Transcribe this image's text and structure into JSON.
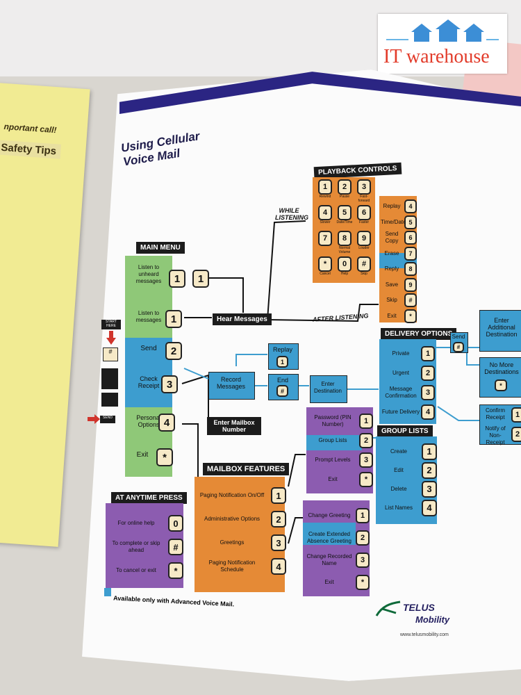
{
  "banner": {
    "brand": "IT warehouse"
  },
  "header": {
    "title": "Using Cellular Voice Mail"
  },
  "flow": {
    "while_listening": "WHILE LISTENING",
    "after_listening": "AFTER LISTENING",
    "hear_messages": "Hear Messages",
    "record_messages": "Record Messages",
    "enter_destination": "Enter Destination",
    "enter_mailbox": "Enter Mailbox Number",
    "replay": "Replay",
    "replay_key": "1",
    "end": "End",
    "end_key": "#"
  },
  "main_menu": {
    "title": "MAIN MENU",
    "items": [
      {
        "label": "Listen to unheard messages",
        "keys": [
          "1",
          "1"
        ]
      },
      {
        "label": "Listen to messages",
        "keys": [
          "1"
        ]
      },
      {
        "label": "Send",
        "keys": [
          "2"
        ]
      },
      {
        "label": "Check Receipt",
        "keys": [
          "3"
        ]
      },
      {
        "label": "Personal Options",
        "keys": [
          "4"
        ]
      },
      {
        "label": "Exit",
        "keys": [
          "*"
        ]
      }
    ]
  },
  "playback": {
    "title": "PLAYBACK CONTROLS",
    "keys": [
      {
        "k": "1",
        "l": "Rewind"
      },
      {
        "k": "2",
        "l": "Pause"
      },
      {
        "k": "3",
        "l": "Fast-forward"
      },
      {
        "k": "4",
        "l": "Slower"
      },
      {
        "k": "5",
        "l": "Date/Time"
      },
      {
        "k": "6",
        "l": "Faster"
      },
      {
        "k": "7",
        "l": ""
      },
      {
        "k": "8",
        "l": "Normal Volume"
      },
      {
        "k": "9",
        "l": "Louder"
      },
      {
        "k": "*",
        "l": "Cancel"
      },
      {
        "k": "0",
        "l": "Help"
      },
      {
        "k": "#",
        "l": "Skip"
      }
    ]
  },
  "after": {
    "items": [
      {
        "label": "Replay",
        "key": "4"
      },
      {
        "label": "Time/Date",
        "key": "5"
      },
      {
        "label": "Send Copy",
        "key": "6"
      },
      {
        "label": "Erase",
        "key": "7"
      },
      {
        "label": "Reply",
        "key": "8"
      },
      {
        "label": "Save",
        "key": "9"
      },
      {
        "label": "Skip",
        "key": "#"
      },
      {
        "label": "Exit",
        "key": "*"
      }
    ]
  },
  "delivery": {
    "title": "DELIVERY OPTIONS",
    "items": [
      {
        "label": "Private",
        "key": "1"
      },
      {
        "label": "Urgent",
        "key": "2"
      },
      {
        "label": "Message Confirmation",
        "key": "3"
      },
      {
        "label": "Future Delivery",
        "key": "4"
      }
    ],
    "send": "Send",
    "send_key": "#",
    "enter_additional": "Enter Additional Destination",
    "no_more": "No More Destinations",
    "no_more_key": "*",
    "confirm": "Confirm Receipt",
    "confirm_key": "1",
    "notify": "Notify of Non-Receipt",
    "notify_key": "2"
  },
  "password": {
    "items": [
      {
        "label": "Password (PIN Number)",
        "key": "1"
      },
      {
        "label": "Group Lists",
        "key": "2"
      },
      {
        "label": "Prompt Levels",
        "key": "3"
      },
      {
        "label": "Exit",
        "key": "*"
      }
    ]
  },
  "greeting": {
    "items": [
      {
        "label": "Change Greeting",
        "key": "1"
      },
      {
        "label": "Create Extended Absence Greeting",
        "key": "2"
      },
      {
        "label": "Change Recorded Name",
        "key": "3"
      },
      {
        "label": "Exit",
        "key": "*"
      }
    ]
  },
  "group_lists": {
    "title": "GROUP LISTS",
    "items": [
      {
        "label": "Create",
        "key": "1"
      },
      {
        "label": "Edit",
        "key": "2"
      },
      {
        "label": "Delete",
        "key": "3"
      },
      {
        "label": "List Names",
        "key": "4"
      }
    ]
  },
  "mailbox": {
    "title": "MAILBOX FEATURES",
    "items": [
      {
        "label": "Paging Notification On/Off",
        "key": "1"
      },
      {
        "label": "Administrative Options",
        "key": "2"
      },
      {
        "label": "Greetings",
        "key": "3"
      },
      {
        "label": "Paging Notification Schedule",
        "key": "4"
      }
    ]
  },
  "anytime": {
    "title": "AT ANYTIME PRESS",
    "items": [
      {
        "label": "For online help",
        "key": "0"
      },
      {
        "label": "To complete or skip ahead",
        "key": "#"
      },
      {
        "label": "To cancel or exit",
        "key": "*"
      }
    ]
  },
  "side": {
    "start_here": "START HERE",
    "send": "SEND"
  },
  "footnote": "Available only with Advanced Voice Mail.",
  "footer": {
    "brand": "TELUS",
    "sub": "Mobility",
    "url": "www.telusmobility.com"
  },
  "yellow": {
    "line1": "nportant call!",
    "heading": "Safety Tips"
  },
  "colors": {
    "green": "#8fc878",
    "blue": "#3d9dcf",
    "orange": "#e58a36",
    "purple": "#8c5cb0",
    "navy": "#2b2583",
    "key": "#f6e9c7"
  }
}
